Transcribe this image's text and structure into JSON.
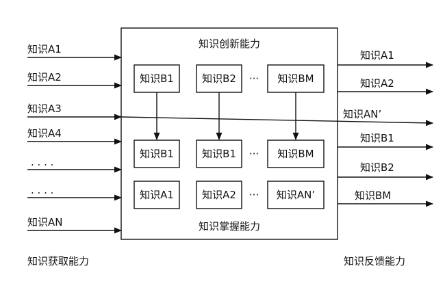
{
  "outer_box": {
    "top_label": "知识创新能力",
    "bottom_label": "知识掌握能力"
  },
  "left_inputs": [
    {
      "label": "知识A1"
    },
    {
      "label": "知识A2"
    },
    {
      "label": "知识A3"
    },
    {
      "label": "知识A4"
    },
    {
      "label": ". . . ."
    },
    {
      "label": ". . . ."
    },
    {
      "label": "知识AN"
    }
  ],
  "right_outputs": [
    {
      "label": "知识A1"
    },
    {
      "label": "知识A2"
    },
    {
      "label": "知识AN’"
    },
    {
      "label": "知识B1"
    },
    {
      "label": "知识B2"
    },
    {
      "label": "知识BM"
    }
  ],
  "row1": {
    "box1": "知识B1",
    "box2": "知识B2",
    "ellipsis": "···",
    "box3": "知识BM"
  },
  "row2": {
    "box1": "知识B1",
    "box2": "知识B1",
    "ellipsis": "···",
    "box3": "知识BM"
  },
  "row3": {
    "box1": "知识A1",
    "box2": "知识A2",
    "ellipsis": "···",
    "box3": "知识AN’"
  },
  "captions": {
    "left": "知识获取能力",
    "right": "知识反馈能力"
  }
}
